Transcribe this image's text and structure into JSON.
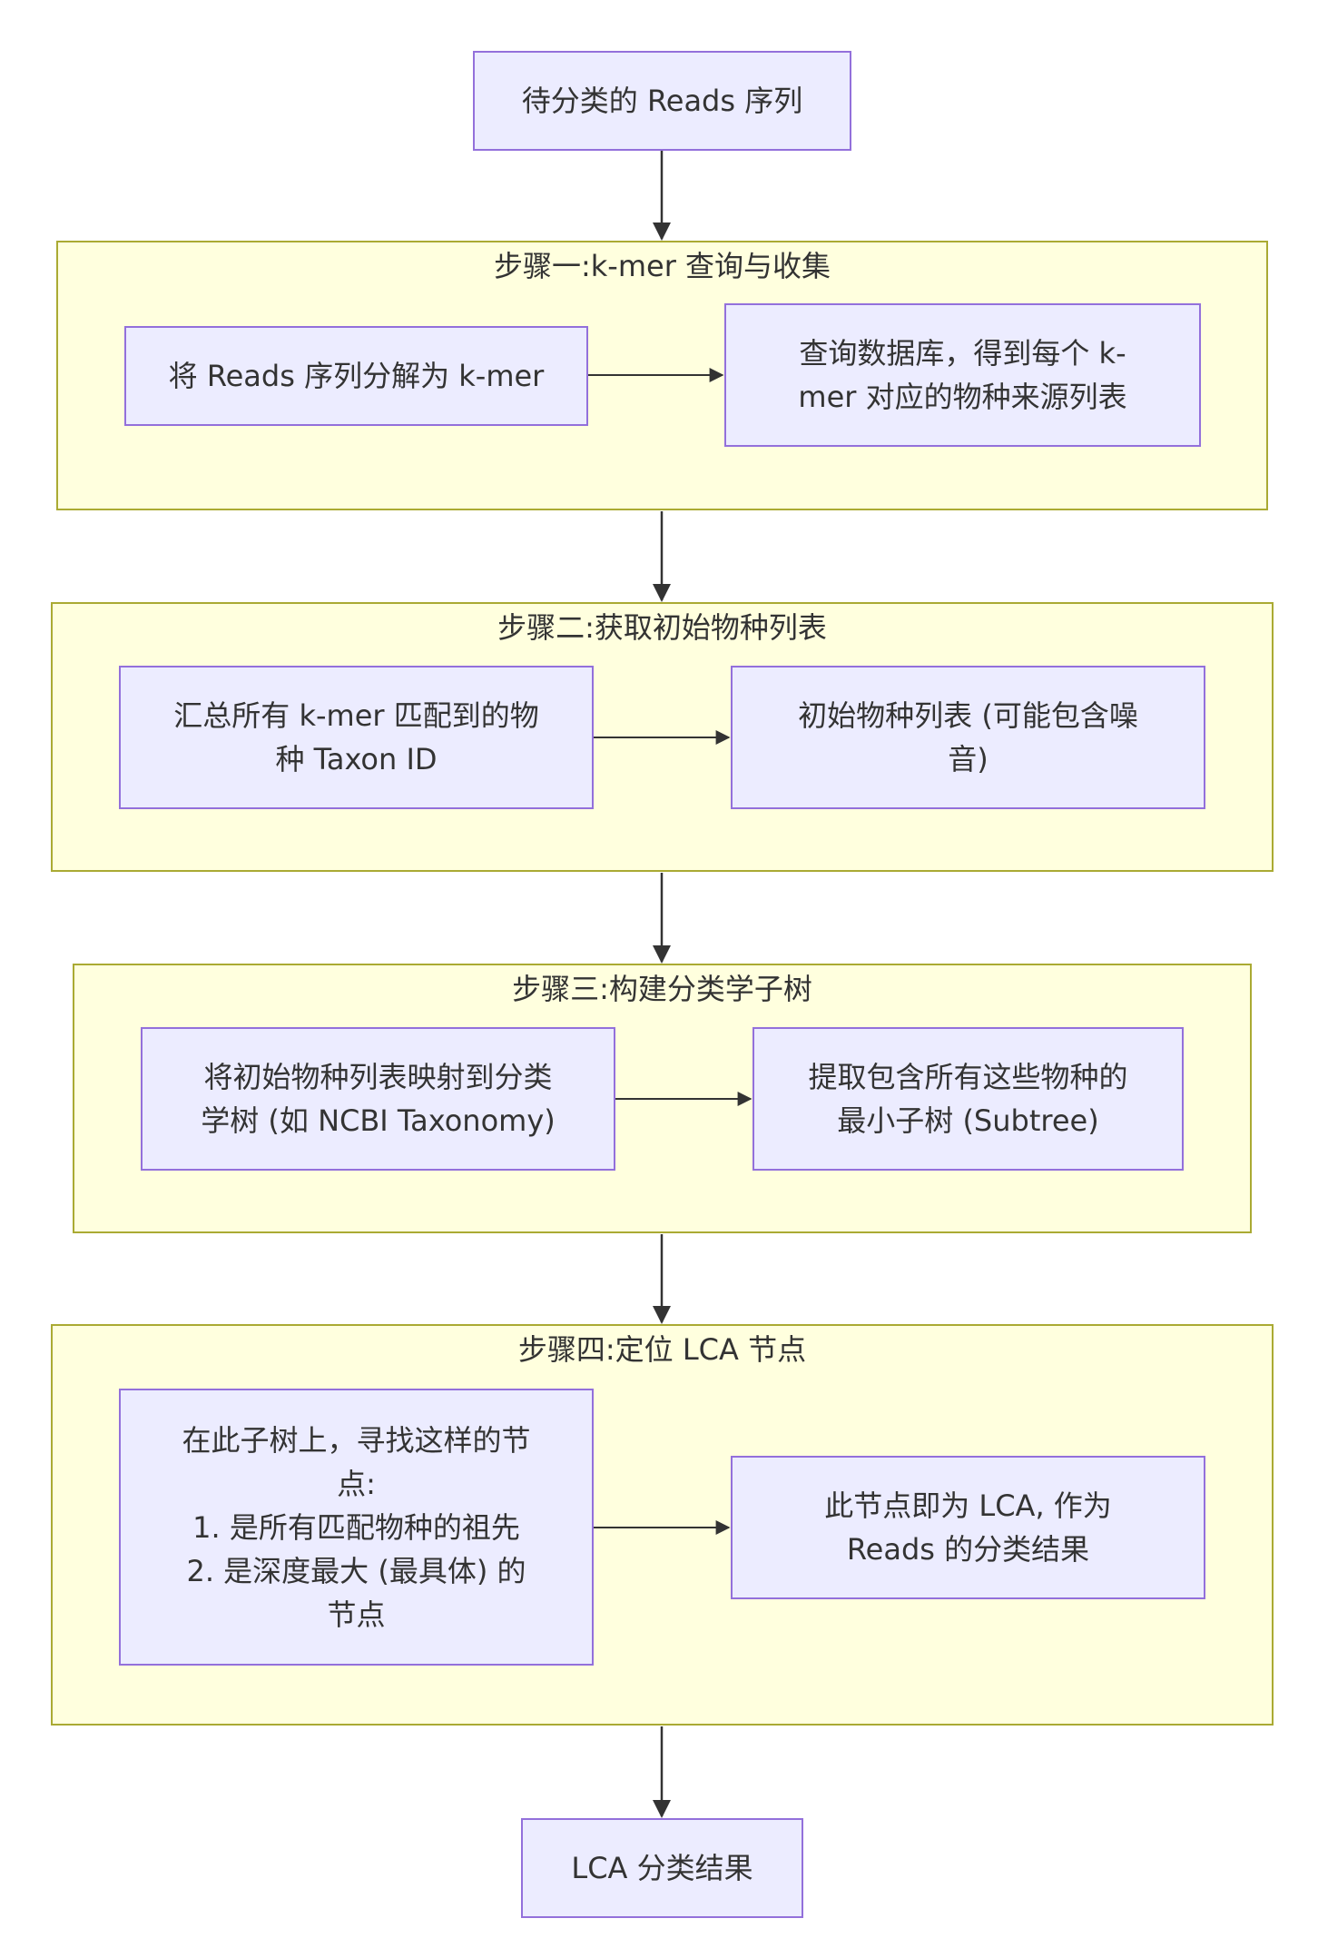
{
  "nodes": {
    "start": "待分类的 Reads 序列",
    "split": "将 Reads 序列分解为 k-mer",
    "query": "查询数据库，得到每个 k-\nmer 对应的物种来源列表",
    "collect": "汇总所有 k-mer 匹配到的物\n种 Taxon ID",
    "initial_list": "初始物种列表 (可能包含噪\n音)",
    "map_tree": "将初始物种列表映射到分类\n学树 (如 NCBI Taxonomy)",
    "subtree": "提取包含所有这些物种的\n最小子树 (Subtree)",
    "find_node": "在此子树上，寻找这样的节\n点:\n1. 是所有匹配物种的祖先\n2. 是深度最大 (最具体) 的\n节点",
    "lca_node": "此节点即为 LCA, 作为\nReads 的分类结果",
    "result": "LCA 分类结果"
  },
  "clusters": {
    "step1": "步骤一:k-mer 查询与收集",
    "step2": "步骤二:获取初始物种列表",
    "step3": "步骤三:构建分类学子树",
    "step4": "步骤四:定位 LCA 节点"
  },
  "colors": {
    "node_fill": "#ececff",
    "node_stroke": "#9370db",
    "cluster_fill": "#ffffde",
    "cluster_stroke": "#aaaa33",
    "edge": "#333333",
    "text": "#333333"
  }
}
